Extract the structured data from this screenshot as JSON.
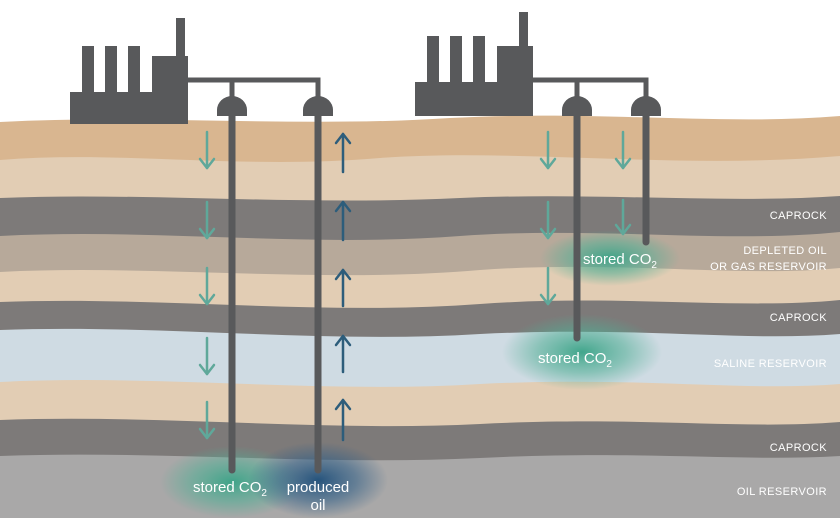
{
  "layer_labels": {
    "caprock_1": "CAPROCK",
    "depleted_line1": "DEPLETED OIL",
    "depleted_line2": "OR GAS RESERVOIR",
    "caprock_2": "CAPROCK",
    "saline": "SALINE RESERVOIR",
    "caprock_3": "CAPROCK",
    "oil_reservoir": "OIL RESERVOIR"
  },
  "storage_labels": {
    "depleted_main": "stored CO",
    "depleted_sub": "2",
    "saline_main": "stored CO",
    "saline_sub": "2",
    "oil_main": "stored CO",
    "oil_sub": "2",
    "produced_line1": "produced",
    "produced_line2": "oil"
  },
  "colors": {
    "sky": "#ffffff",
    "surface_soil": "#d9b690",
    "sand_light": "#e2cdb4",
    "sand": "#d8bc9c",
    "caprock": "#7d7a79",
    "caprock_dark": "#6f6c6b",
    "saline_water": "#cfdbe3",
    "oil_reservoir": "#a9a8a8",
    "facility": "#58595b",
    "injection_arrow": "#5fa89a",
    "production_arrow": "#2d5d7b",
    "co2_plume": "#3aa387",
    "oil_plume": "#1f4f7a"
  },
  "icons": {
    "left_plant": "factory-icon",
    "right_plant": "factory-icon",
    "injection": "arrow-down-icon",
    "production": "arrow-up-icon"
  }
}
